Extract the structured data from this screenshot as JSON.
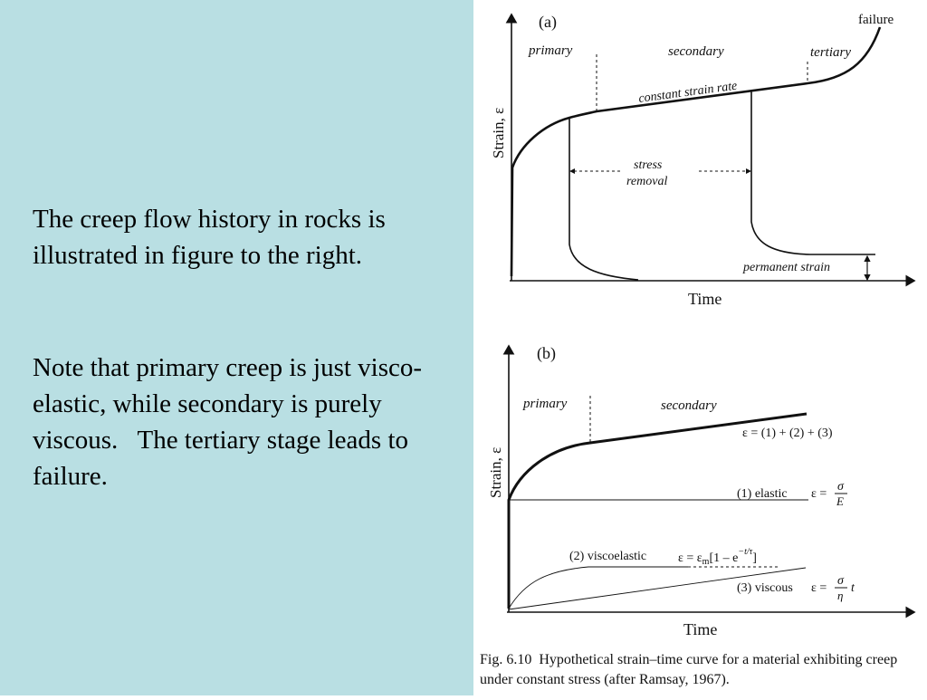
{
  "text": {
    "paragraph_1": "The creep flow history in rocks is illustrated in figure to the right.",
    "paragraph_2": "Note that primary creep is just visco-elastic, while secondary is purely viscous.   The tertiary stage leads to failure."
  },
  "figure_a": {
    "panel_label": "(a)",
    "y_axis_label": "Strain, ε",
    "x_axis_label": "Time",
    "stage_primary": "primary",
    "stage_secondary": "secondary",
    "stage_tertiary": "tertiary",
    "failure_label": "failure",
    "constant_rate_label": "constant strain rate",
    "stress_removal_line1": "stress",
    "stress_removal_line2": "removal",
    "permanent_strain_label": "permanent strain"
  },
  "figure_b": {
    "panel_label": "(b)",
    "y_axis_label": "Strain, ε",
    "x_axis_label": "Time",
    "stage_primary": "primary",
    "stage_secondary": "secondary",
    "sum_equation": "ε = (1) + (2) + (3)",
    "elastic_label": "(1) elastic",
    "elastic_eq_lhs": "ε =",
    "elastic_num": "σ",
    "elastic_den": "E",
    "viscoelastic_label": "(2) viscoelastic",
    "viscoelastic_eq_lhs": "ε = ε",
    "viscoelastic_sub": "m",
    "viscoelastic_bracket": "[1 – e",
    "viscoelastic_exp": "−t/τ",
    "viscoelastic_close": "]",
    "viscous_label": "(3) viscous",
    "viscous_eq_lhs": "ε =",
    "viscous_num": "σ",
    "viscous_den": "η",
    "viscous_t": "t"
  },
  "caption": {
    "fig_no": "Fig. 6.10",
    "text": "Hypothetical strain–time curve for a material exhibiting creep under constant stress (after Ramsay, 1967)."
  }
}
